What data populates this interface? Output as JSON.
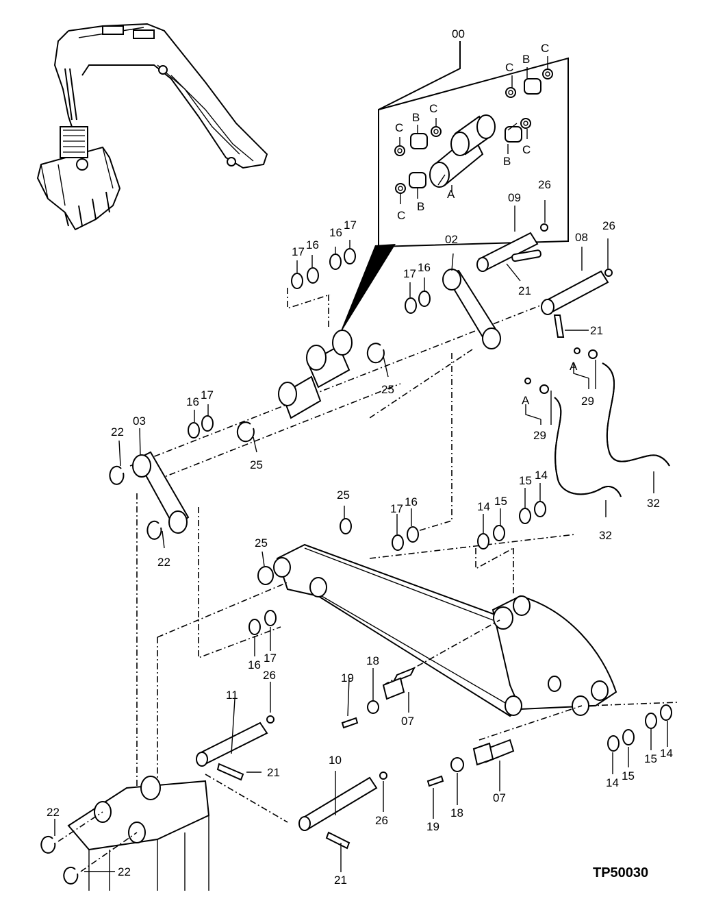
{
  "diagram": {
    "reference": "TP50030",
    "callouts": {
      "c00": "00",
      "c02": "02",
      "c03": "03",
      "c07a": "07",
      "c07b": "07",
      "c08": "08",
      "c09": "09",
      "c10": "10",
      "c11": "11",
      "c14a": "14",
      "c14b": "14",
      "c14c": "14",
      "c14d": "14",
      "c15a": "15",
      "c15b": "15",
      "c15c": "15",
      "c15d": "15",
      "c16a": "16",
      "c16b": "16",
      "c16c": "16",
      "c16d": "16",
      "c16e": "16",
      "c16f": "16",
      "c17a": "17",
      "c17b": "17",
      "c17c": "17",
      "c17d": "17",
      "c17e": "17",
      "c17f": "17",
      "c18a": "18",
      "c18b": "18",
      "c19a": "19",
      "c19b": "19",
      "c21a": "21",
      "c21b": "21",
      "c21c": "21",
      "c21d": "21",
      "c22a": "22",
      "c22b": "22",
      "c22c": "22",
      "c22d": "22",
      "c25a": "25",
      "c25b": "25",
      "c25c": "25",
      "c25d": "25",
      "c26a": "26",
      "c26b": "26",
      "c26c": "26",
      "c26d": "26",
      "c29a": "29",
      "c29b": "29",
      "c32a": "32",
      "c32b": "32",
      "kA1": "A",
      "kA2": "A",
      "kA3": "A",
      "kB1": "B",
      "kB2": "B",
      "kB3": "B",
      "kB4": "B",
      "kC1": "C",
      "kC2": "C",
      "kC3": "C",
      "kC4": "C",
      "kC5": "C",
      "kC6": "C"
    }
  }
}
